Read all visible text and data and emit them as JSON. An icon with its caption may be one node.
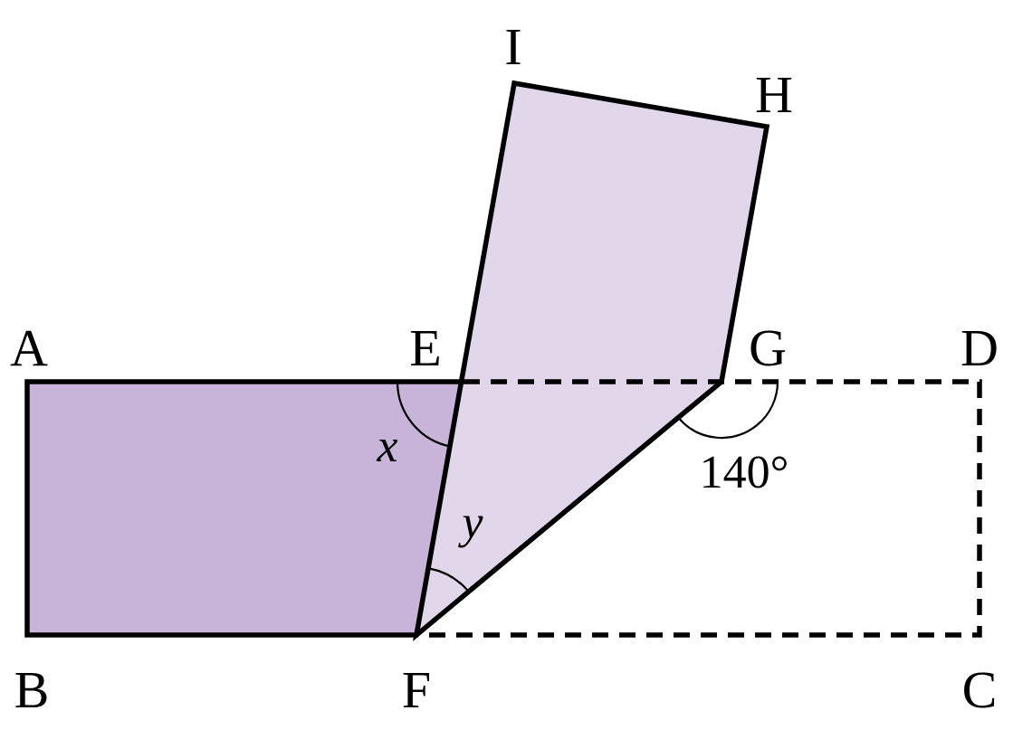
{
  "diagram": {
    "labels": [
      "I",
      "H",
      "A",
      "E",
      "G",
      "D",
      "x",
      "140°",
      "y",
      "B",
      "F",
      "C"
    ]
  }
}
